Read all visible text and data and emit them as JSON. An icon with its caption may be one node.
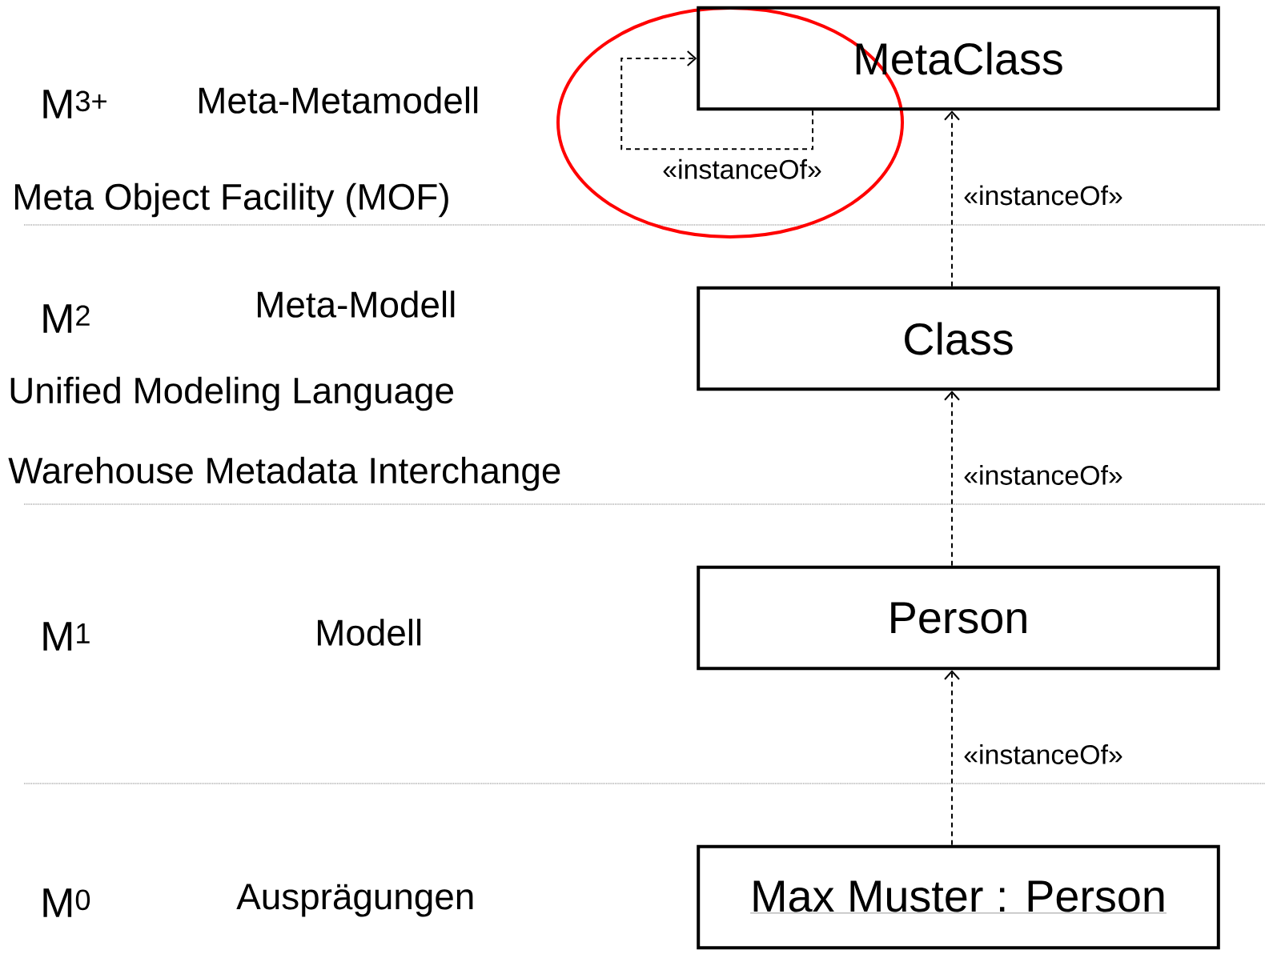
{
  "diagram": {
    "nodes": [
      {
        "text": [
          "MetaClass"
        ]
      },
      {
        "text": [
          "Class"
        ]
      },
      {
        "text": [
          "Person"
        ]
      },
      {
        "text": [
          "Max Muster : Person"
        ]
      }
    ],
    "edges": [
      {
        "from": 0,
        "to": 0,
        "arrow": "to",
        "style": "dashed",
        "label": "«instanceOf»"
      },
      {
        "from": 1,
        "to": 0,
        "arrow": "to",
        "style": "dashed",
        "label": "«instanceOf»"
      },
      {
        "from": 2,
        "to": 1,
        "arrow": "to",
        "style": "dashed",
        "label": "«instanceOf»"
      },
      {
        "from": 3,
        "to": 2,
        "arrow": "to",
        "style": "dashed",
        "label": "«instanceOf»"
      }
    ],
    "labels": [
      "M$^{3+}$",
      "Meta-Metamodell",
      "Meta Object Facility (MOF)",
      "M$^{2}$",
      "Meta-Modell",
      "Unified Modeling Language",
      "Warehouse Metadata Interchange",
      "M$^{1}$",
      "Modell",
      "M$^{0}$",
      "Ausprägungen"
    ]
  }
}
